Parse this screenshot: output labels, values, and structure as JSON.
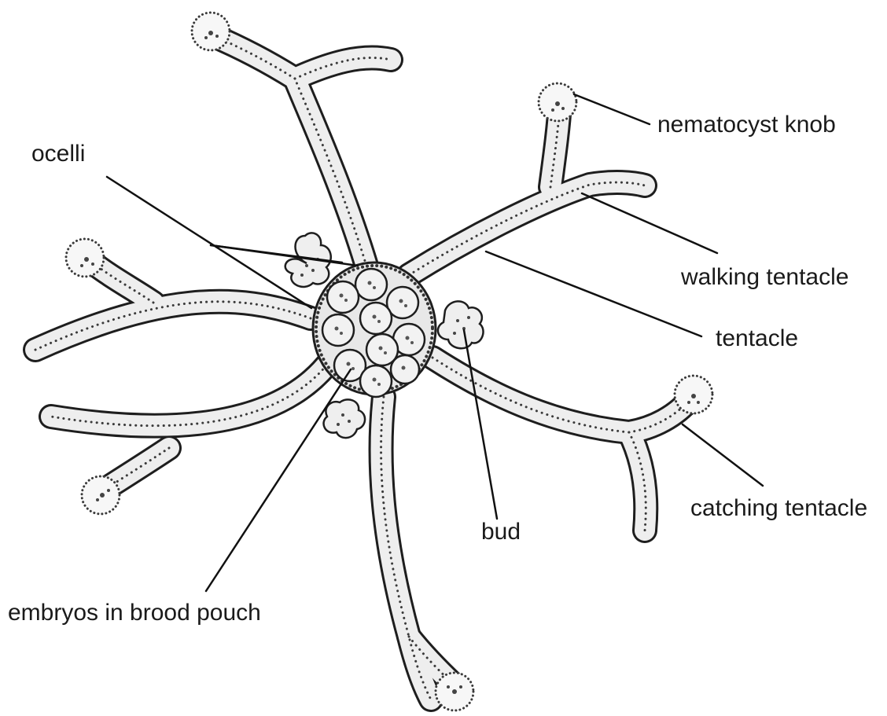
{
  "labels": {
    "nematocyst_knob": "nematocyst knob",
    "ocelli": "ocelli",
    "walking_tentacle": "walking tentacle",
    "tentacle": "tentacle",
    "catching_tentacle": "catching tentacle",
    "bud": "bud",
    "embryos_in_brood_pouch": "embryos in brood pouch"
  },
  "colors": {
    "outline": "#1e1e1e",
    "body_fill": "#eeeeee",
    "dots": "#3a3a3a",
    "leader": "#111111"
  }
}
